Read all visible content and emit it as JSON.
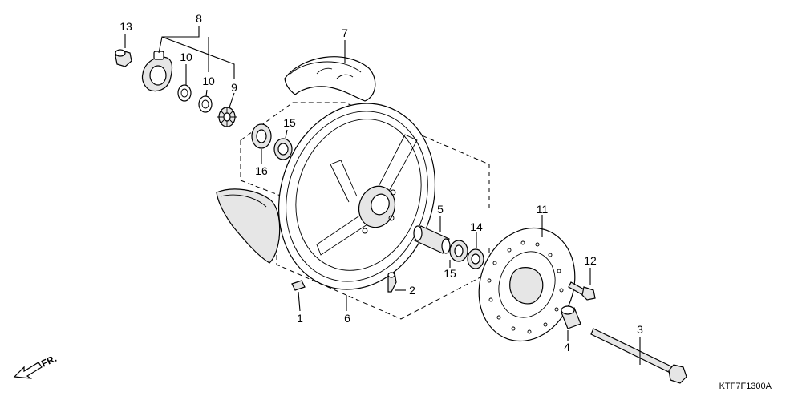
{
  "callouts": {
    "c1": "1",
    "c2": "2",
    "c3": "3",
    "c4": "4",
    "c5": "5",
    "c6": "6",
    "c7": "7",
    "c8": "8",
    "c9": "9",
    "c10a": "10",
    "c10b": "10",
    "c11": "11",
    "c12": "12",
    "c13": "13",
    "c14": "14",
    "c15a": "15",
    "c15b": "15",
    "c16": "16"
  },
  "diagram_code": "KTF7F1300A",
  "direction_label": "FR."
}
